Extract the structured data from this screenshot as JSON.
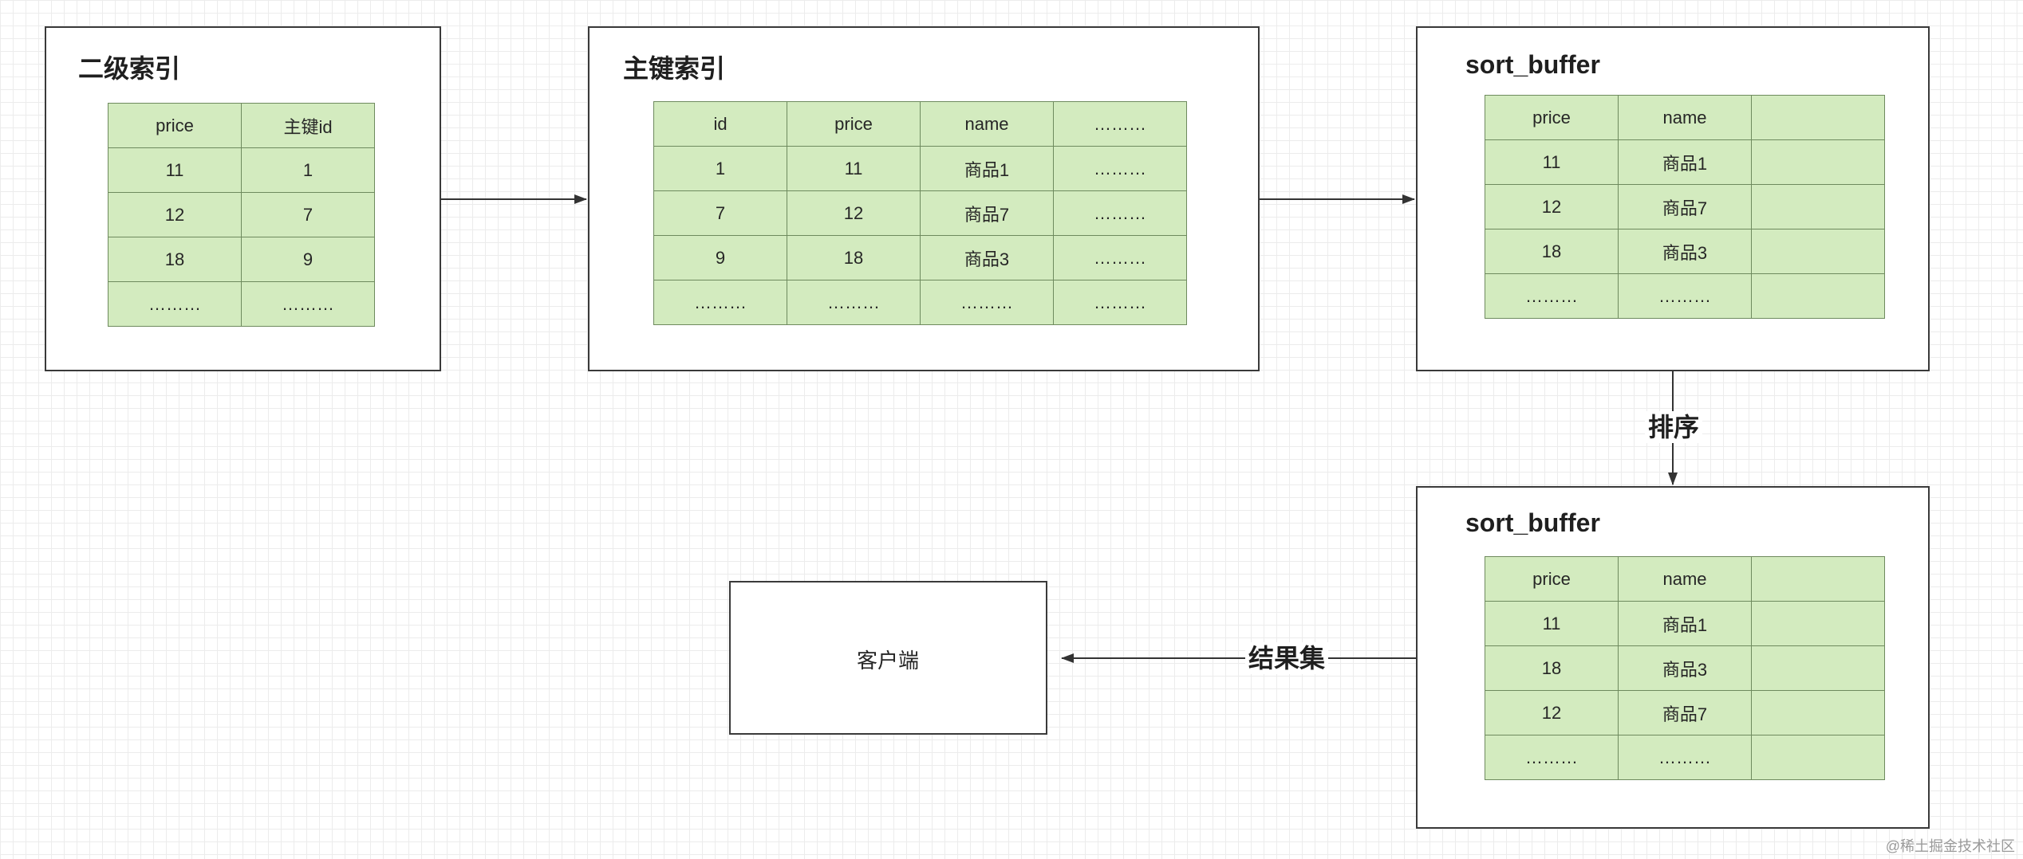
{
  "nodes": {
    "secondary_index": {
      "title": "二级索引",
      "rows": [
        [
          "price",
          "主键id"
        ],
        [
          "11",
          "1"
        ],
        [
          "12",
          "7"
        ],
        [
          "18",
          "9"
        ],
        [
          "………",
          "………"
        ]
      ]
    },
    "primary_index": {
      "title": "主键索引",
      "rows": [
        [
          "id",
          "price",
          "name",
          "………"
        ],
        [
          "1",
          "11",
          "商品1",
          "………"
        ],
        [
          "7",
          "12",
          "商品7",
          "………"
        ],
        [
          "9",
          "18",
          "商品3",
          "………"
        ],
        [
          "………",
          "………",
          "………",
          "………"
        ]
      ]
    },
    "sort_buffer_unsorted": {
      "title": "sort_buffer",
      "rows": [
        [
          "price",
          "name",
          ""
        ],
        [
          "11",
          "商品1",
          ""
        ],
        [
          "12",
          "商品7",
          ""
        ],
        [
          "18",
          "商品3",
          ""
        ],
        [
          "………",
          "………",
          ""
        ]
      ]
    },
    "sort_buffer_sorted": {
      "title": "sort_buffer",
      "rows": [
        [
          "price",
          "name",
          ""
        ],
        [
          "11",
          "商品1",
          ""
        ],
        [
          "18",
          "商品3",
          ""
        ],
        [
          "12",
          "商品7",
          ""
        ],
        [
          "………",
          "………",
          ""
        ]
      ]
    },
    "client": {
      "label": "客户端"
    }
  },
  "edges": {
    "sort": {
      "label": "排序"
    },
    "result_set": {
      "label": "结果集"
    }
  },
  "watermark": "@稀土掘金技术社区",
  "colors": {
    "cell_fill": "#d3ebbf",
    "cell_border": "#6e8a5e",
    "box_border": "#3a3a3a",
    "arrow": "#333333"
  }
}
